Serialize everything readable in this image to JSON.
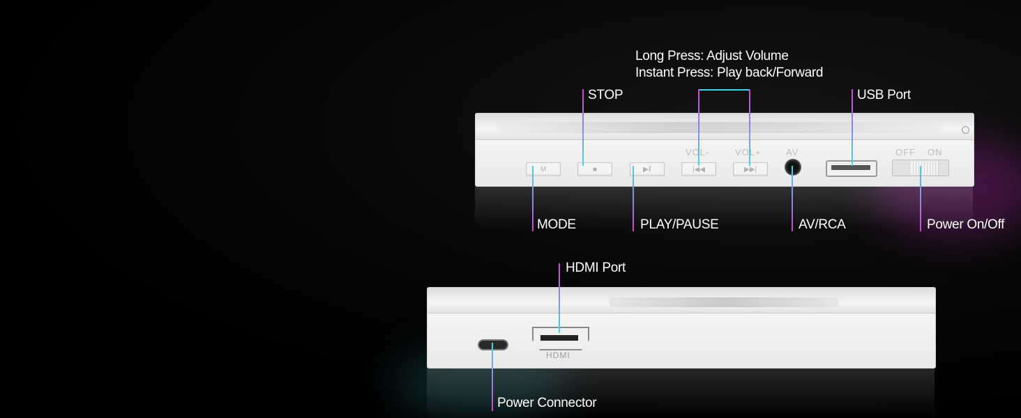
{
  "callouts": {
    "volume_line1": "Long Press: Adjust Volume",
    "volume_line2": "Instant Press: Play back/Forward",
    "stop": "STOP",
    "usb": "USB Port",
    "mode": "MODE",
    "play_pause": "PLAY/PAUSE",
    "av_rca": "AV/RCA",
    "power_onoff": "Power On/Off",
    "hdmi_port": "HDMI Port",
    "power_connector": "Power Connector"
  },
  "device_markings": {
    "vol_minus": "VOL-",
    "vol_plus": "VOL+",
    "av": "AV",
    "off": "OFF",
    "on": "ON",
    "hdmi": "HDMI",
    "mode_glyph": "M",
    "stop_glyph": "■",
    "play_glyph": "▶‖",
    "prev_glyph": "|◀◀",
    "next_glyph": "▶▶|"
  },
  "colors": {
    "accent_cyan": "#3fd6f0",
    "accent_magenta": "#d63fd6",
    "background": "#000000",
    "device_body": "#f2f2f2"
  }
}
